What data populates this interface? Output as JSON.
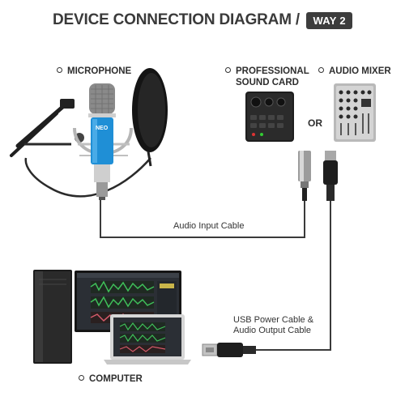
{
  "title": "DEVICE CONNECTION DIAGRAM /",
  "badge": "WAY 2",
  "labels": {
    "microphone": "MICROPHONE",
    "sound_card_line1": "PROFESSIONAL",
    "sound_card_line2": "SOUND CARD",
    "audio_mixer": "AUDIO MIXER",
    "or": "OR",
    "computer": "COMPUTER"
  },
  "cables": {
    "audio_input": "Audio Input Cable",
    "usb_line1": "USB Power Cable &",
    "usb_line2": "Audio Output Cable"
  },
  "device_text": {
    "mic_brand": "NEO"
  },
  "colors": {
    "mic_blue": "#1f8fd6",
    "cable": "#3a3a3a",
    "title": "#3a3a3a",
    "badge_bg": "#3d3d3d",
    "waveform_green": "#3fbf5a"
  }
}
